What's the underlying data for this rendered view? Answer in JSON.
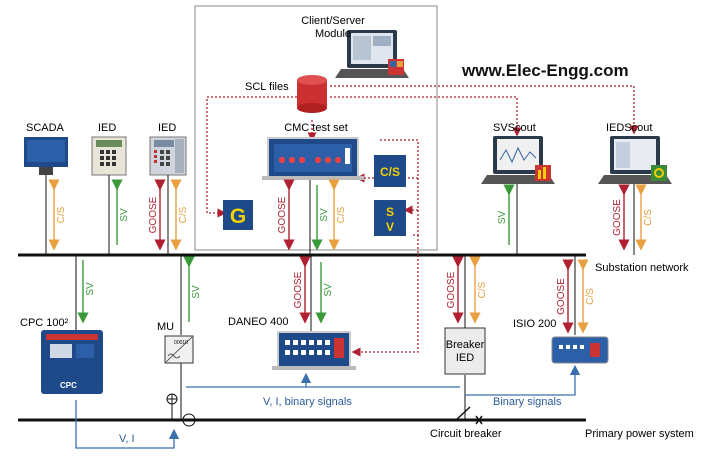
{
  "watermark": "www.Elec-Engg.com",
  "labels": {
    "client_server": "Client/Server",
    "module": "Module",
    "scl_files": "SCL files",
    "cmc": "CMC test set",
    "scada": "SCADA",
    "ied1": "IED",
    "ied2": "IED",
    "svscout": "SVScout",
    "iedscout": "IEDScout",
    "substation_network": "Substation network",
    "cpc": "CPC 100²",
    "mu": "MU",
    "daneo": "DANEO 400",
    "breaker_ied_1": "Breaker",
    "breaker_ied_2": "IED",
    "isio": "ISIO 200",
    "vi_binary": "V, I, binary signals",
    "binary": "Binary signals",
    "vi": "V, I",
    "circuit_breaker": "Circuit breaker",
    "primary": "Primary power system",
    "mu_code": "00010",
    "cpc_brand": "CPC"
  },
  "badges": {
    "g": "G",
    "cs": "C/S",
    "s": "S",
    "v": "V"
  },
  "arrow_labels": {
    "cs": "C/S",
    "sv": "SV",
    "goose": "GOOSE"
  },
  "colors": {
    "cs": "#e8a040",
    "sv": "#3a9a3a",
    "goose": "#b02030",
    "link": "#3a70b0",
    "badge": "#1e4a8a",
    "badge_text": "#f2d000"
  }
}
